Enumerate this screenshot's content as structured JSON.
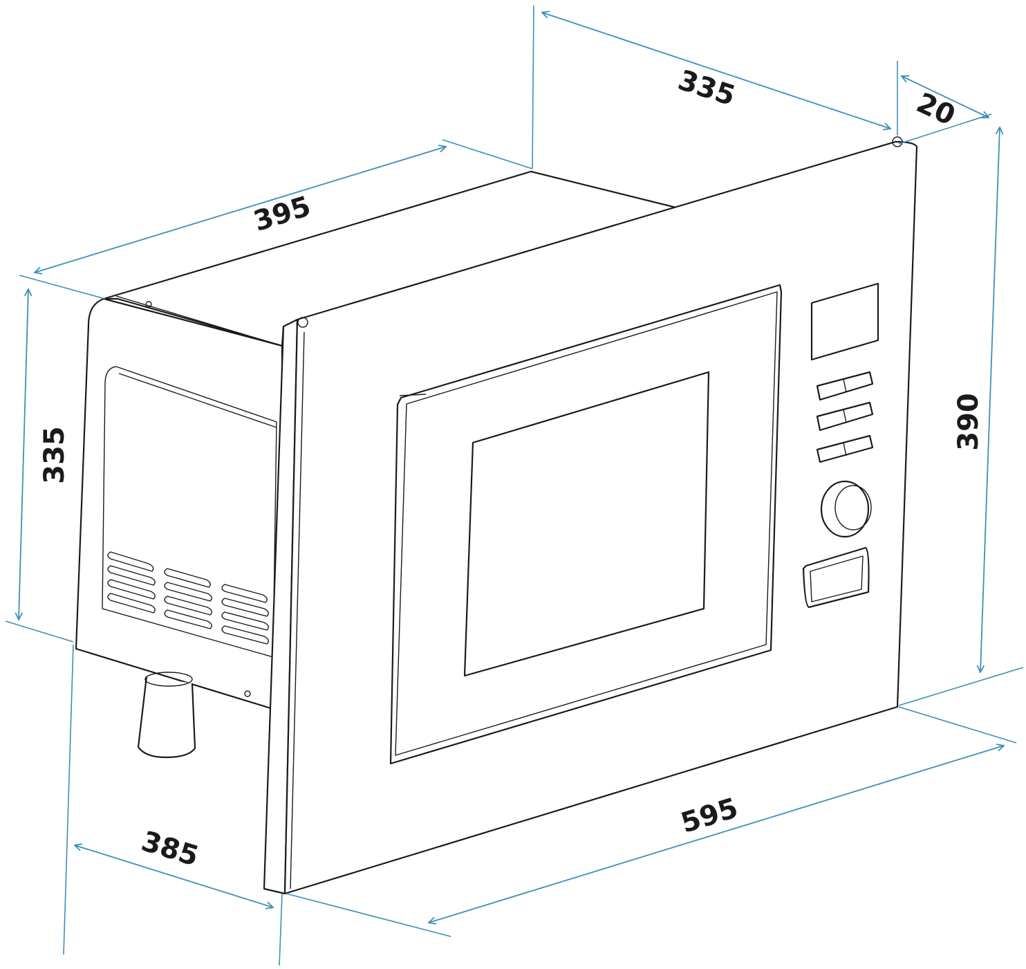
{
  "colors": {
    "dimension_line": "#3d8fb5",
    "outline": "#1a1a1a",
    "background": "#ffffff"
  },
  "dimensions": {
    "top_depth": "335",
    "frame_thickness": "20",
    "top_width": "395",
    "side_height": "335",
    "front_height": "390",
    "front_width": "595",
    "bottom_depth": "385"
  }
}
